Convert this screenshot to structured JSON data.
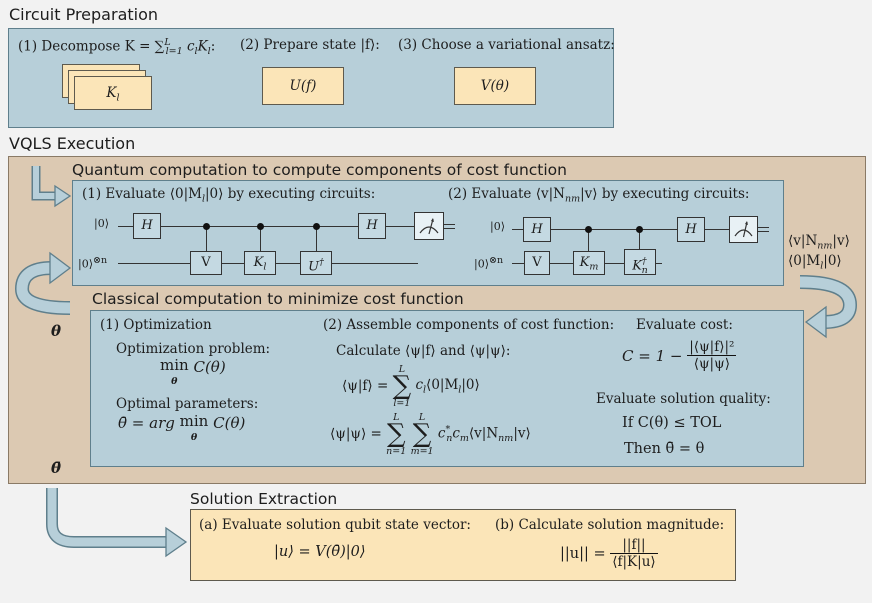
{
  "sections": {
    "circuit_preparation": "Circuit Preparation",
    "vqls_execution": "VQLS Execution",
    "solution_extraction": "Solution Extraction"
  },
  "prep": {
    "step1": "(1) Decompose K = ∑",
    "step1_sum_upper": "L",
    "step1_sum_lower": "l=1",
    "step1_tail": "c",
    "step1_tail_sub": "l",
    "step1_K": "K",
    "step1_K_sub": "l",
    "step1_colon": ":",
    "card_label": "K",
    "card_sub": "l",
    "step2": "(2) Prepare state |f⟩:",
    "step2_box": "U(f)",
    "step3": "(3) Choose a variational ansatz:",
    "step3_box": "V(θ)"
  },
  "quantum": {
    "title": "Quantum computation to compute components of cost function",
    "left_title": "(1) Evaluate ⟨0|M",
    "left_title_sub": "l",
    "left_title_end": "|0⟩ by executing circuits:",
    "right_title": "(2) Evaluate ⟨v|N",
    "right_title_sub": "nm",
    "right_title_end": "|v⟩ by executing circuits:",
    "left_q0": "|0⟩",
    "left_qn": "|0⟩",
    "left_qn_sup": "⊗n",
    "left_gates": {
      "h1": "H",
      "v": "V",
      "k": "K",
      "k_sub": "l",
      "u": "U",
      "u_sup": "†",
      "h2": "H"
    },
    "right_q0": "|0⟩",
    "right_qn": "|0⟩",
    "right_qn_sup": "⊗n",
    "right_gates": {
      "h1": "H",
      "v": "V",
      "km": "K",
      "km_sub": "m",
      "kn": "K",
      "kn_sub": "n",
      "kn_sup": "†",
      "h2": "H"
    },
    "out1": "⟨v|N",
    "out1_sub": "nm",
    "out1_end": "|v⟩",
    "out2": "⟨0|M",
    "out2_sub": "l",
    "out2_end": "|0⟩"
  },
  "classical": {
    "title": "Classical computation to minimize cost function",
    "theta": "θ",
    "theta_bar": "θ̄",
    "opt_title": "(1) Optimization",
    "opt_problem": "Optimization problem:",
    "opt_min": "min",
    "opt_min_sub": "θ",
    "opt_C": "C(θ)",
    "opt_params": "Optimal parameters:",
    "opt_eq_left": "θ̄ = arg",
    "opt_eq_min": "min",
    "opt_eq_sub": "θ",
    "opt_eq_right": "C(θ)",
    "assemble_title": "(2) Assemble components of cost function:",
    "calculate": "Calculate ⟨ψ|f⟩ and ⟨ψ|ψ⟩:",
    "eq1_left": "⟨ψ|f⟩ =",
    "eq1_upper": "L",
    "eq1_lower": "l=1",
    "eq1_right": "c",
    "eq1_right_sub": "l",
    "eq1_tail": "⟨0|M",
    "eq1_tail_sub": "l",
    "eq1_end": "|0⟩",
    "eq2_left": "⟨ψ|ψ⟩ =",
    "eq2_upper1": "L",
    "eq2_lower1": "n=1",
    "eq2_upper2": "L",
    "eq2_lower2": "m=1",
    "eq2_right": "c",
    "eq2_right_sup": "*",
    "eq2_right_sub": "n",
    "eq2_right2": "c",
    "eq2_right2_sub": "m",
    "eq2_tail": "⟨v|N",
    "eq2_tail_sub": "nm",
    "eq2_end": "|v⟩",
    "eval_cost": "Evaluate cost:",
    "cost_left": "C = 1 −",
    "cost_num": "|⟨ψ|f⟩|²",
    "cost_den": "⟨ψ|ψ⟩",
    "eval_quality": "Evaluate solution quality:",
    "if_line": "If C(θ) ≤ TOL",
    "then_line": "Then θ̄ = θ"
  },
  "solution": {
    "a_title": "(a) Evaluate solution qubit state vector:",
    "a_eq": "|u⟩ = V(θ̄)|0⟩",
    "b_title": "(b) Calculate solution magnitude:",
    "b_left": "||u|| =",
    "b_num": "||f||",
    "b_den": "⟨f|K|u⟩"
  }
}
